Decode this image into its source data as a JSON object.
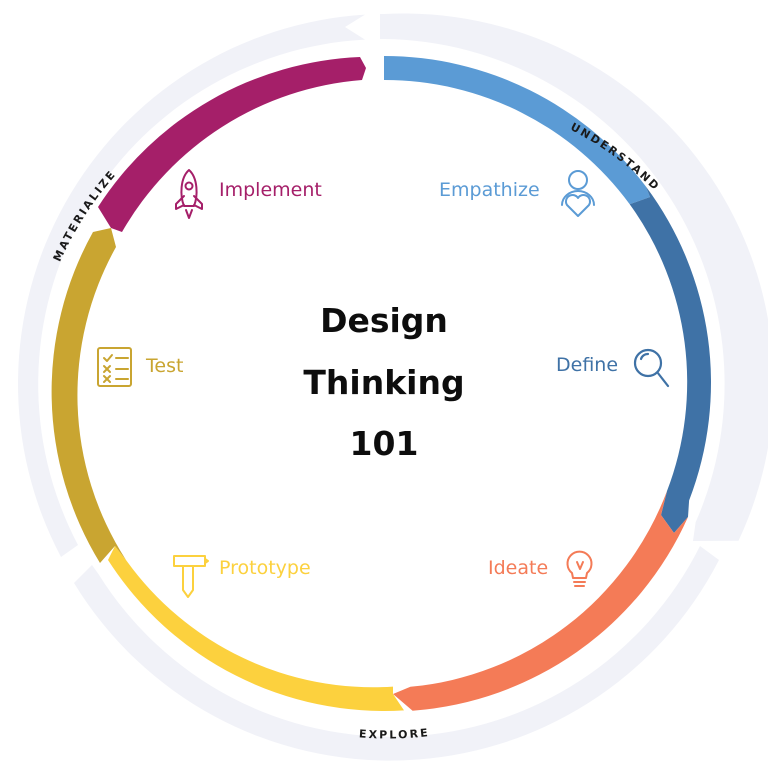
{
  "title": {
    "line1": "Design",
    "line2": "Thinking",
    "line3": "101"
  },
  "phases": [
    {
      "key": "understand",
      "label": "UNDERSTAND"
    },
    {
      "key": "explore",
      "label": "EXPLORE"
    },
    {
      "key": "materialize",
      "label": "MATERIALIZE"
    }
  ],
  "stages": [
    {
      "key": "empathize",
      "label": "Empathize",
      "icon": "person-heart-icon",
      "color": "#5b9bd5"
    },
    {
      "key": "define",
      "label": "Define",
      "icon": "magnifier-icon",
      "color": "#3f72a6"
    },
    {
      "key": "ideate",
      "label": "Ideate",
      "icon": "lightbulb-icon",
      "color": "#f47b57"
    },
    {
      "key": "prototype",
      "label": "Prototype",
      "icon": "hammer-icon",
      "color": "#fcd13e"
    },
    {
      "key": "test",
      "label": "Test",
      "icon": "checklist-icon",
      "color": "#c9a531"
    },
    {
      "key": "implement",
      "label": "Implement",
      "icon": "rocket-icon",
      "color": "#a51f69"
    }
  ],
  "colors": {
    "outer_ring": "#f1f2f8",
    "title": "#0d0d0d"
  }
}
